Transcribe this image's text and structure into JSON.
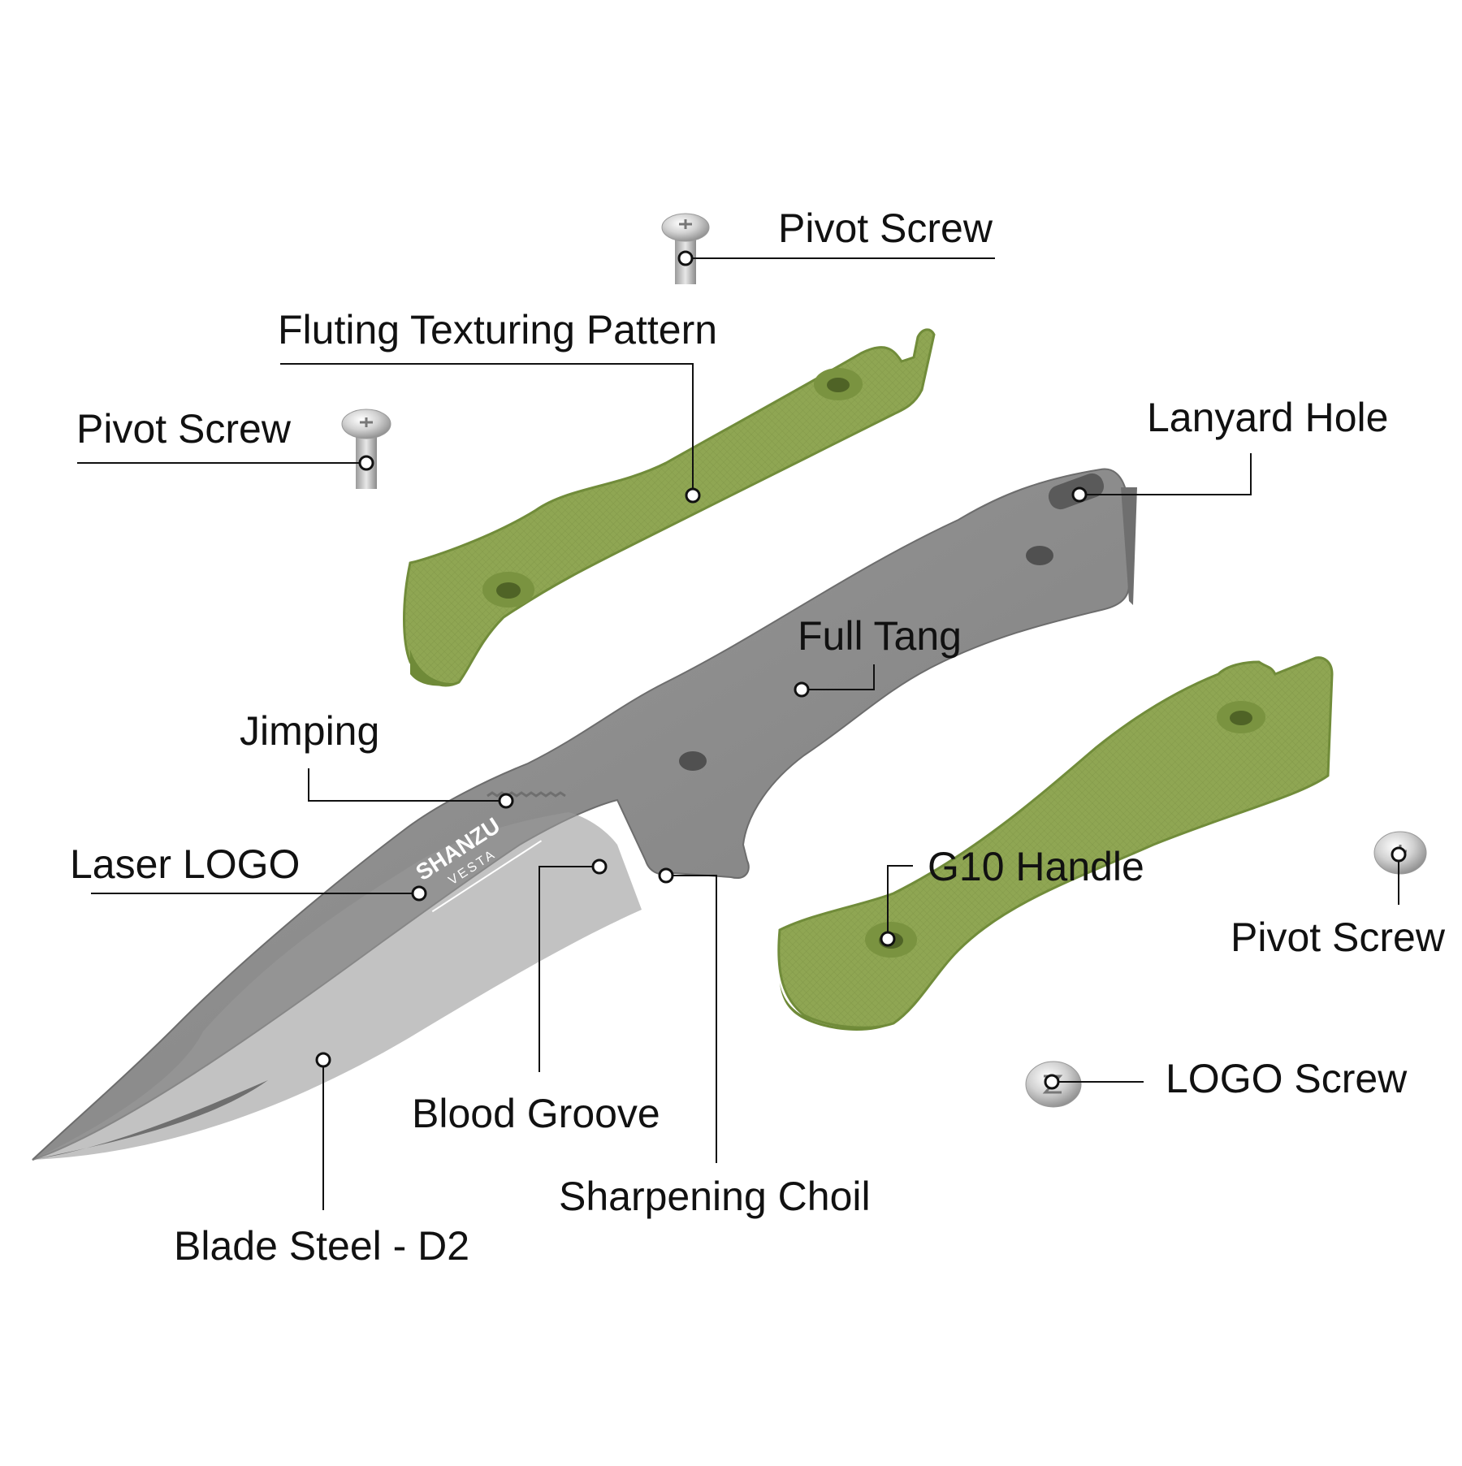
{
  "diagram": {
    "labels": {
      "pivot_screw_top": "Pivot Screw",
      "fluting_texturing_pattern": "Fluting Texturing Pattern",
      "pivot_screw_left": "Pivot Screw",
      "lanyard_hole": "Lanyard Hole",
      "full_tang": "Full Tang",
      "jimping": "Jimping",
      "laser_logo": "Laser LOGO",
      "g10_handle": "G10 Handle",
      "pivot_screw_right": "Pivot Screw",
      "logo_screw": "LOGO Screw",
      "blood_groove": "Blood Groove",
      "sharpening_choil": "Sharpening Choil",
      "blade_steel": "Blade Steel - D2"
    },
    "logo": {
      "brand": "SHANZU",
      "model": "VESTA"
    },
    "colors": {
      "handle": "#8fa653",
      "handle_shadow": "#6f8a38",
      "blade": "#8c8c8c",
      "blade_dark": "#6f6f6f",
      "blade_light": "#a3a3a3",
      "screw": "#cfcfcf",
      "leader_line": "#111111"
    }
  }
}
